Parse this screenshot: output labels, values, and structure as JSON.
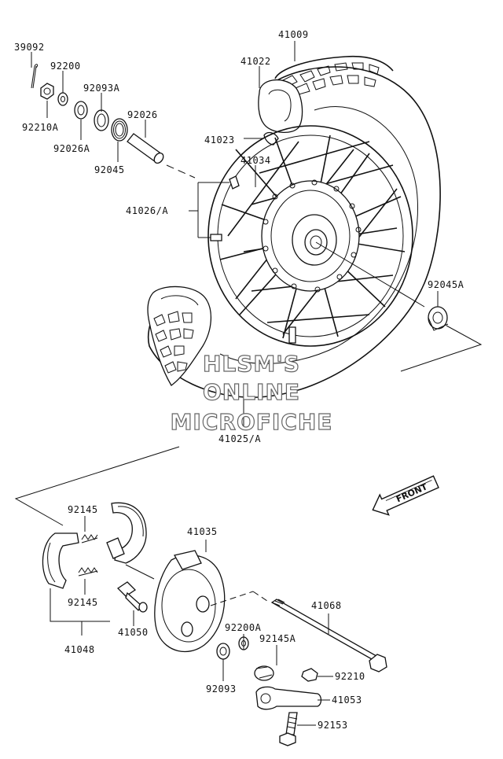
{
  "labels": {
    "p39092": "39092",
    "p92200": "92200",
    "p92093A": "92093A",
    "p92210A": "92210A",
    "p92026A": "92026A",
    "p92026": "92026",
    "p92045": "92045",
    "p41009": "41009",
    "p41022": "41022",
    "p41023": "41023",
    "p41034": "41034",
    "p41026A": "41026/A",
    "p92045A": "92045A",
    "p41025A": "41025/A",
    "p92145_top": "92145",
    "p92145_bot": "92145",
    "p41048": "41048",
    "p41050": "41050",
    "p41035": "41035",
    "p92200A": "92200A",
    "p92093": "92093",
    "p92145A": "92145A",
    "p41068": "41068",
    "p92210": "92210",
    "p41053": "41053",
    "p92153": "92153"
  },
  "watermark": {
    "line1": "HLSM'S",
    "line2": "ONLINE",
    "line3": "MICROFICHE"
  },
  "front_arrow": "FRONT"
}
